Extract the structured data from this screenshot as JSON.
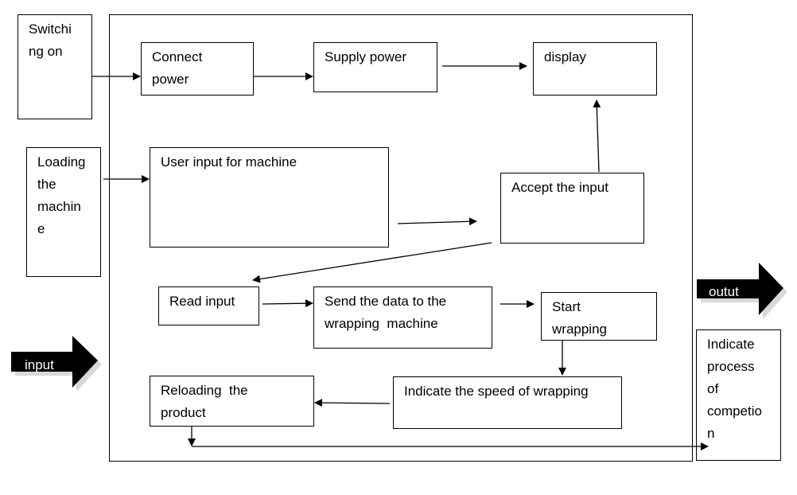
{
  "nodes": {
    "switching_on": "Switchi\nng on",
    "connect_power": "Connect\npower",
    "supply_power": "Supply power",
    "display": "display",
    "loading_machine": "Loading\nthe\nmachin\ne",
    "user_input": "User input for machine",
    "accept_input": "Accept the input",
    "read_input": "Read input",
    "send_data": "Send the data to the\nwrapping  machine",
    "start_wrapping": "Start\nwrapping",
    "indicate_speed": "Indicate the speed of wrapping",
    "reloading": "Reloading  the\nproduct",
    "indicate_completion": "Indicate\nprocess\nof\ncompetio\nn"
  },
  "arrows": {
    "input_label": "input",
    "output_label": "outut"
  },
  "colors": {
    "block_arrow": "#000000",
    "block_arrow_shadow": "#d6d6d6"
  }
}
